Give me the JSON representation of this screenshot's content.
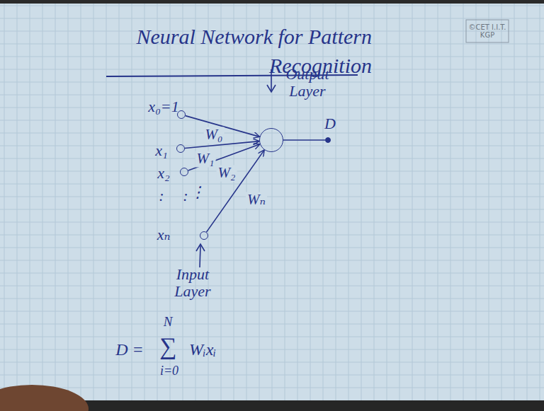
{
  "diagram": {
    "title": "Neural Network for Pattern Recognition",
    "nodes": [
      {
        "text": [
          "x₀=1"
        ]
      },
      {
        "text": [
          "x₁"
        ]
      },
      {
        "text": [
          "x₂"
        ]
      },
      {
        "text": [
          "xₙ"
        ]
      },
      {
        "text": [
          "Output Layer"
        ]
      },
      {
        "text": [
          "D"
        ]
      }
    ],
    "edges": [
      {
        "from": 0,
        "to": 4,
        "arrow": "to",
        "label": "W₀"
      },
      {
        "from": 1,
        "to": 4,
        "arrow": "to",
        "label": "W₁"
      },
      {
        "from": 2,
        "to": 4,
        "arrow": "to",
        "label": "W₂"
      },
      {
        "from": 3,
        "to": 4,
        "arrow": "to",
        "label": "Wₙ"
      },
      {
        "from": 4,
        "to": 5,
        "arrow": "none"
      }
    ],
    "labels": [
      "©CET I.I.T. KGP",
      ":",
      ":",
      "⋮",
      "Input Layer",
      "D =",
      "N",
      "∑",
      "i=0",
      "Wᵢxᵢ"
    ]
  }
}
